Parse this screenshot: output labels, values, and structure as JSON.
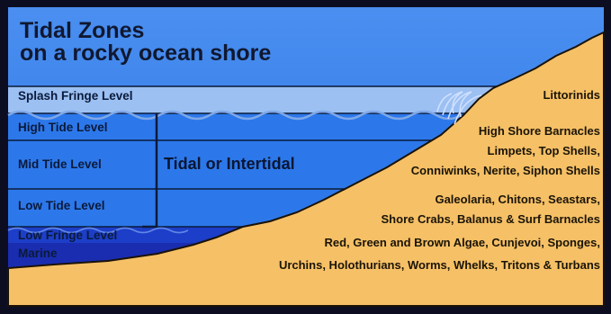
{
  "title": {
    "line1": "Tidal Zones",
    "line2": "on a rocky ocean shore"
  },
  "levels": {
    "splash": "Splash Fringe Level",
    "high": "High Tide Level",
    "mid": "Mid Tide Level",
    "low": "Low Tide Level",
    "low_fringe": "Low Fringe Level",
    "marine": "Marine"
  },
  "zone_label": "Tidal or Intertidal",
  "species": {
    "splash": "Littorinids",
    "high": "High Shore Barnacles",
    "mid_1": "Limpets, Top Shells,",
    "mid_2": "Conniwinks, Nerite, Siphon Shells",
    "low_1": "Galeolaria, Chitons, Seastars,",
    "low_2": "Shore Crabs, Balanus & Surf Barnacles",
    "fringe_1": "Red, Green and Brown Algae, Cunjevoi, Sponges,",
    "fringe_2": "Urchins, Holothurians, Worms, Whelks, Tritons & Turbans"
  },
  "colors": {
    "frame": "#0d0d22",
    "sky_top": "#4a8ff0",
    "sky_bottom": "#2a70e0",
    "splash_band": "#9cc0f2",
    "water": "#2c78ea",
    "fringe_water": "#1c3ec8",
    "marine_water": "#1a2db0",
    "sand": "#f6c066",
    "wave": "#7fa8e8"
  }
}
